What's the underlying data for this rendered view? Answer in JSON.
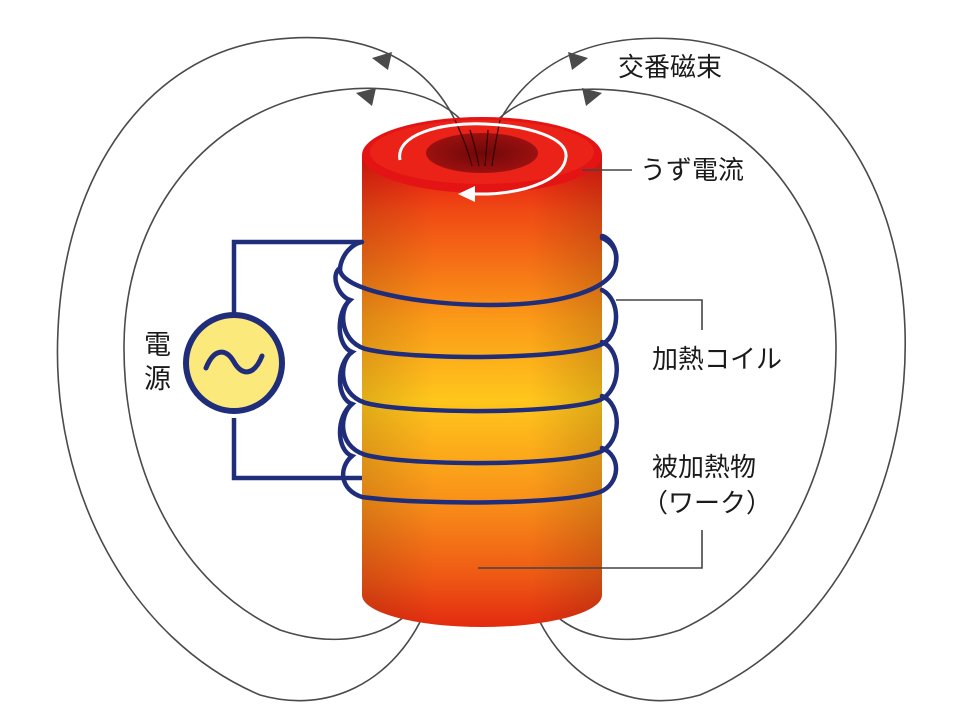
{
  "labels": {
    "magnetic_flux": "交番磁束",
    "eddy_current": "うず電流",
    "heating_coil": "加熱コイル",
    "workpiece_line1": "被加熱物",
    "workpiece_line2": "（ワーク）",
    "power_line1": "電",
    "power_line2": "源",
    "ac_symbol": "～"
  },
  "colors": {
    "coil": "#1f2d7a",
    "flux_line": "#555555",
    "cylinder_top": "#e01010",
    "cylinder_mid": "#ffc51a",
    "cylinder_bottom": "#e62a10",
    "ac_source_fill": "#fbe97c",
    "leader_line": "#444444",
    "eddy_arrow": "#ffffff"
  },
  "icons": {
    "ac_source": "ac-sine-source-icon",
    "flux_arrow": "arrowhead-icon",
    "eddy_arrow": "curved-arrow-icon"
  }
}
